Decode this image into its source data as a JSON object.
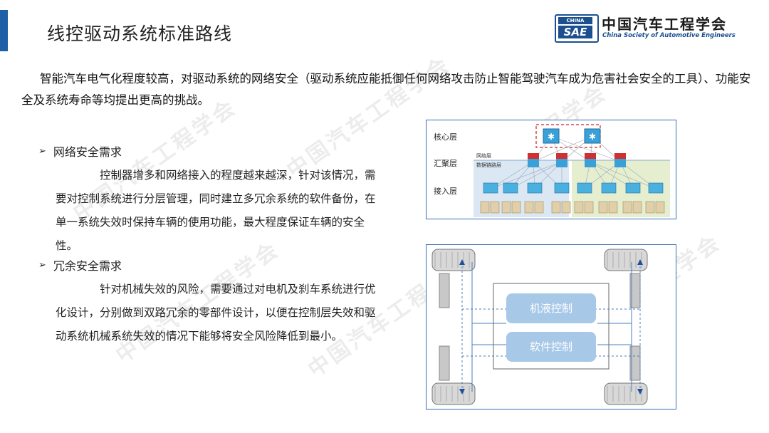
{
  "slide": {
    "title": "线控驱动系统标准路线",
    "accent_color": "#1f5fa8"
  },
  "logo": {
    "badge_top": "CHINA",
    "badge_bottom": "SAE",
    "name_cn": "中国汽车工程学会",
    "name_en": "China Society of Automotive Engineers"
  },
  "intro": "智能汽车电气化程度较高，对驱动系统的网络安全（驱动系统应能抵御任何网络攻击防止智能驾驶汽车成为危害社会安全的工具）、功能安全及系统寿命等均提出更高的挑战。",
  "sections": [
    {
      "heading": "网络安全需求",
      "body": "控制器增多和网络接入的程度越来越深，针对该情况，需要对控制系统进行分层管理，同时建立多冗余系统的软件备份，在单一系统失效时保持车辆的使用功能，最大程度保证车辆的安全性。"
    },
    {
      "heading": "冗余安全需求",
      "body": "针对机械失效的风险，需要通过对电机及刹车系统进行优化设计，分别做到双路冗余的零部件设计，以便在控制层失效和驱动系统机械系统失效的情况下能够将安全风险降低到最小。"
    }
  ],
  "network_diagram": {
    "layer_core": "核心层",
    "layer_aggregation": "汇聚层",
    "layer_access": "接入层",
    "tag_network": "网络层",
    "tag_datalink": "数据链路层"
  },
  "vehicle_diagram": {
    "box_hydraulic": "机液控制",
    "box_software": "软件控制"
  },
  "watermark_text": "中国汽车工程学会"
}
